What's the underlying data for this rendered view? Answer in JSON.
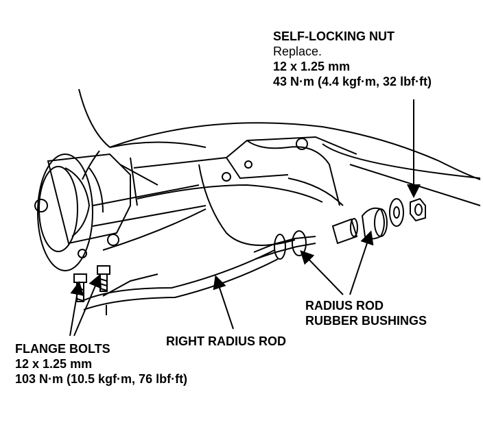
{
  "callouts": {
    "self_locking_nut": {
      "title": "SELF-LOCKING NUT",
      "note": "Replace.",
      "size": "12 x 1.25 mm",
      "torque": "43 N·m (4.4 kgf·m, 32 lbf·ft)"
    },
    "radius_rod_bushings": {
      "line1": "RADIUS ROD",
      "line2": "RUBBER BUSHINGS"
    },
    "right_radius_rod": {
      "title": "RIGHT RADIUS ROD"
    },
    "flange_bolts": {
      "title": "FLANGE BOLTS",
      "size": "12 x 1.25 mm",
      "torque": "103 N·m (10.5 kgf·m, 76 lbf·ft)"
    }
  }
}
